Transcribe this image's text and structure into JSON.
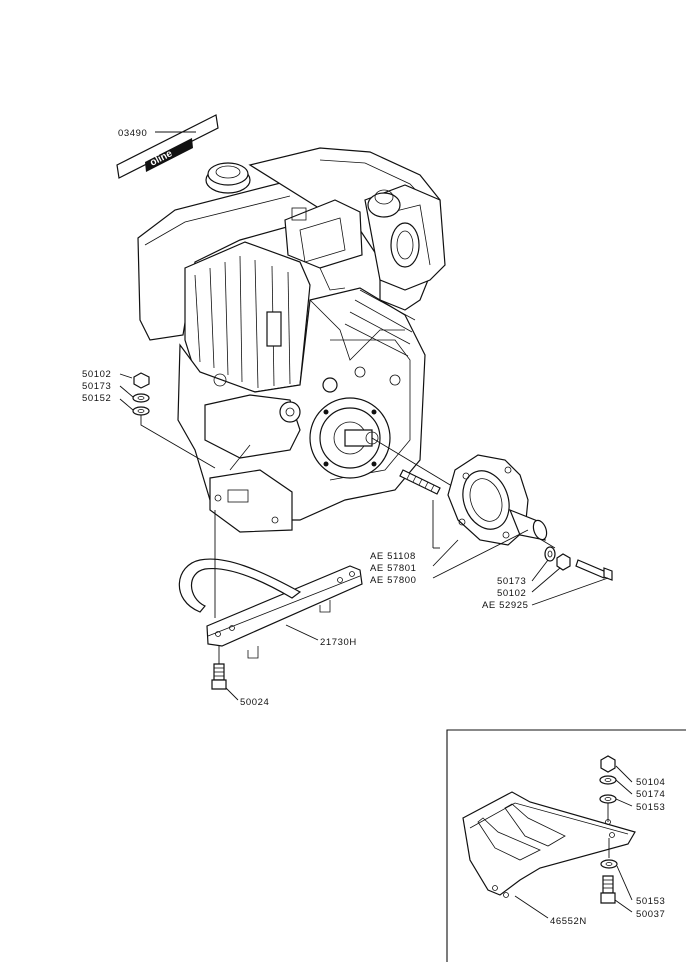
{
  "labels": {
    "decal": "03490",
    "decal_text": "oline",
    "nut_left": "50102",
    "washer_left_a": "50173",
    "washer_left_b": "50152",
    "stud": "AE 51108",
    "flange_a": "AE 57801",
    "flange_b": "AE 57800",
    "washer_right": "50173",
    "nut_right": "50102",
    "bolt_right": "AE 52925",
    "bracket": "21730H",
    "bolt_bottom": "50024",
    "inset_nut": "50104",
    "inset_washer_a": "50174",
    "inset_washer_b": "50153",
    "inset_washer_c": "50153",
    "inset_bolt": "50037",
    "inset_plate": "46552N"
  }
}
